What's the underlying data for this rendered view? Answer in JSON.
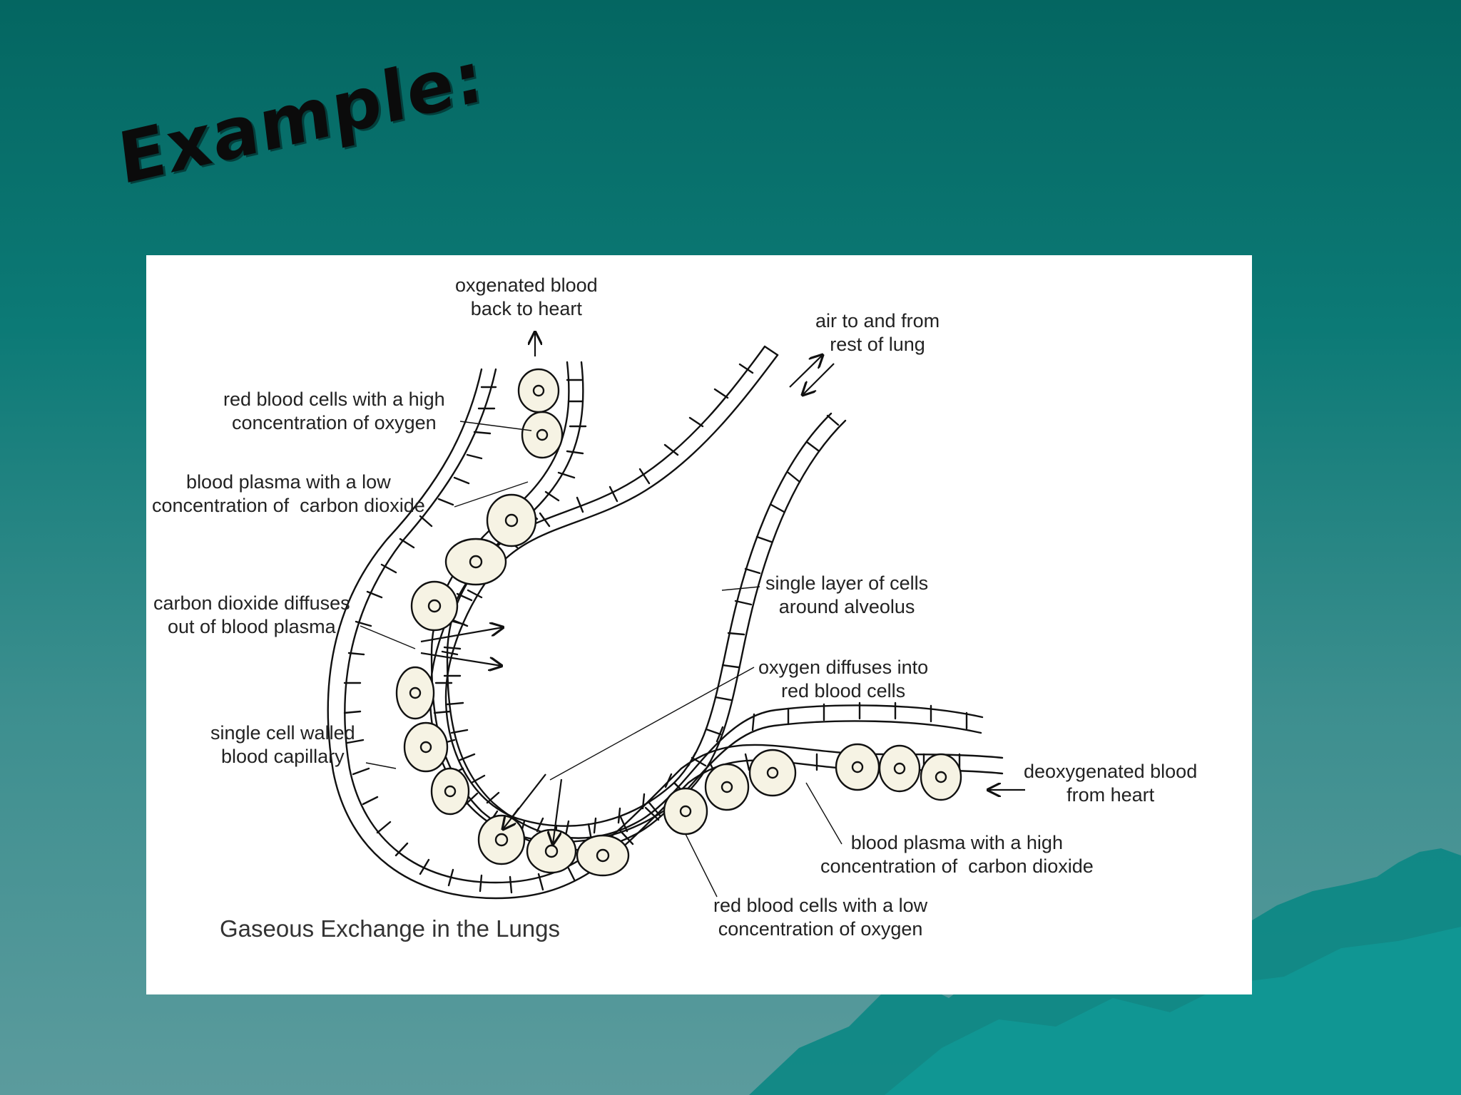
{
  "slide": {
    "title": "Example:"
  },
  "diagram": {
    "caption": "Gaseous Exchange in the Lungs",
    "labels": {
      "oxygenated_out": "oxgenated blood\nback to heart",
      "air_flow": "air to and from\nrest of lung",
      "rbc_high_o2": "red blood cells with a high\nconcentration of oxygen",
      "plasma_low_co2": "blood plasma with a low\nconcentration of  carbon dioxide",
      "co2_diffuses": "carbon dioxide diffuses\nout of blood plasma",
      "single_layer": "single layer of cells\naround alveolus",
      "o2_diffuses": "oxygen diffuses into\nred blood cells",
      "capillary_wall": "single cell walled\nblood capillary",
      "deoxygenated_in": "deoxygenated blood\nfrom heart",
      "plasma_high_co2": "blood plasma with a high\nconcentration of  carbon dioxide",
      "rbc_low_o2": "red blood cells with a low\nconcentration of oxygen"
    }
  },
  "colors": {
    "background_top": "#046661",
    "background_bottom": "#5b9b9d",
    "mountain": "#0e8c88"
  }
}
